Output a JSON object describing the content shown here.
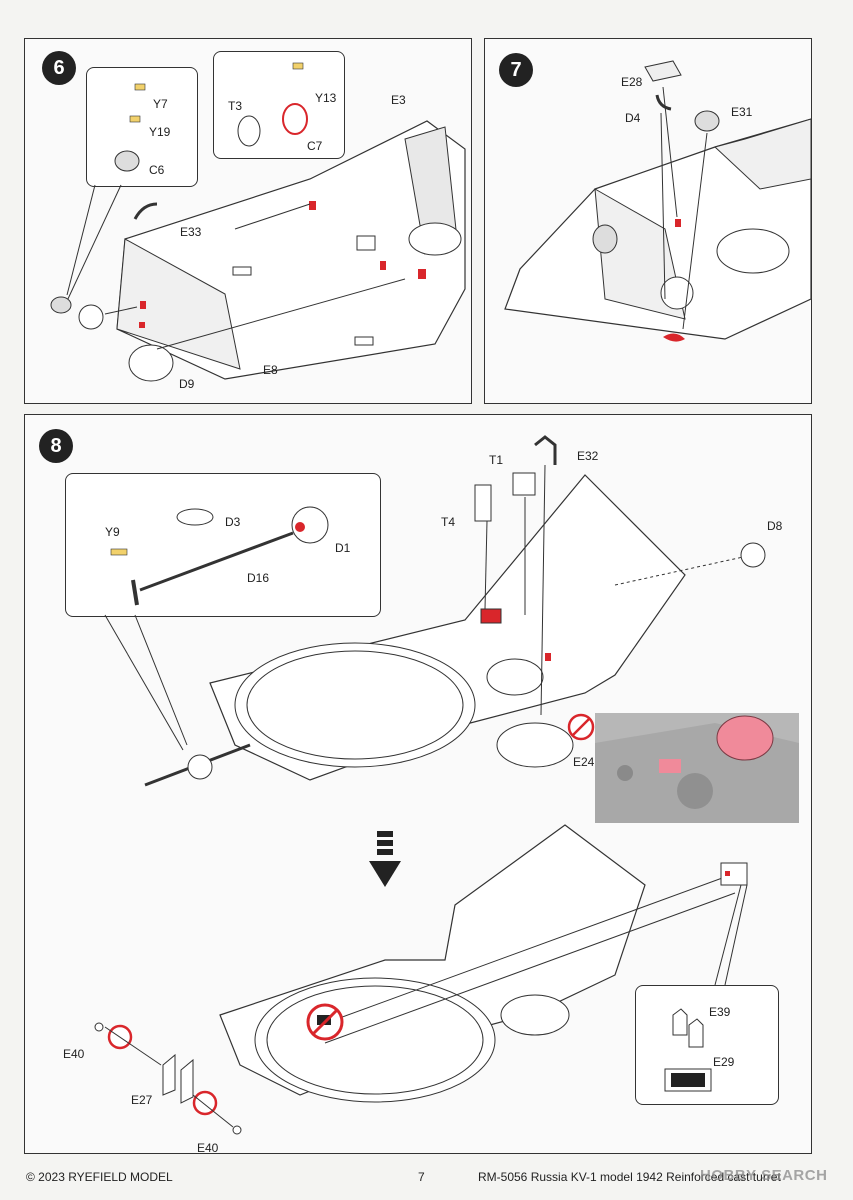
{
  "steps": {
    "step6": {
      "number": "6",
      "labels": [
        "Y7",
        "Y19",
        "C6",
        "Y13",
        "T3",
        "C7",
        "E3",
        "E33",
        "E8",
        "D9"
      ]
    },
    "step7": {
      "number": "7",
      "labels": [
        "E28",
        "D4",
        "E31"
      ]
    },
    "step8": {
      "number": "8",
      "labels": [
        "T1",
        "E32",
        "T4",
        "D3",
        "D1",
        "Y9",
        "D16",
        "D8",
        "E24",
        "E40",
        "E27",
        "E39",
        "E29",
        "E40"
      ]
    }
  },
  "footer": {
    "copyright": "© 2023 RYEFIELD MODEL",
    "page_number": "7",
    "title": "RM-5056 Russia KV-1 model 1942 Reinforced cast turret"
  },
  "watermark": "HOBBY SEARCH",
  "colors": {
    "accent_red": "#d9262b",
    "highlight_pink": "#f08a9a",
    "ink": "#222222",
    "panel_border": "#333333"
  }
}
